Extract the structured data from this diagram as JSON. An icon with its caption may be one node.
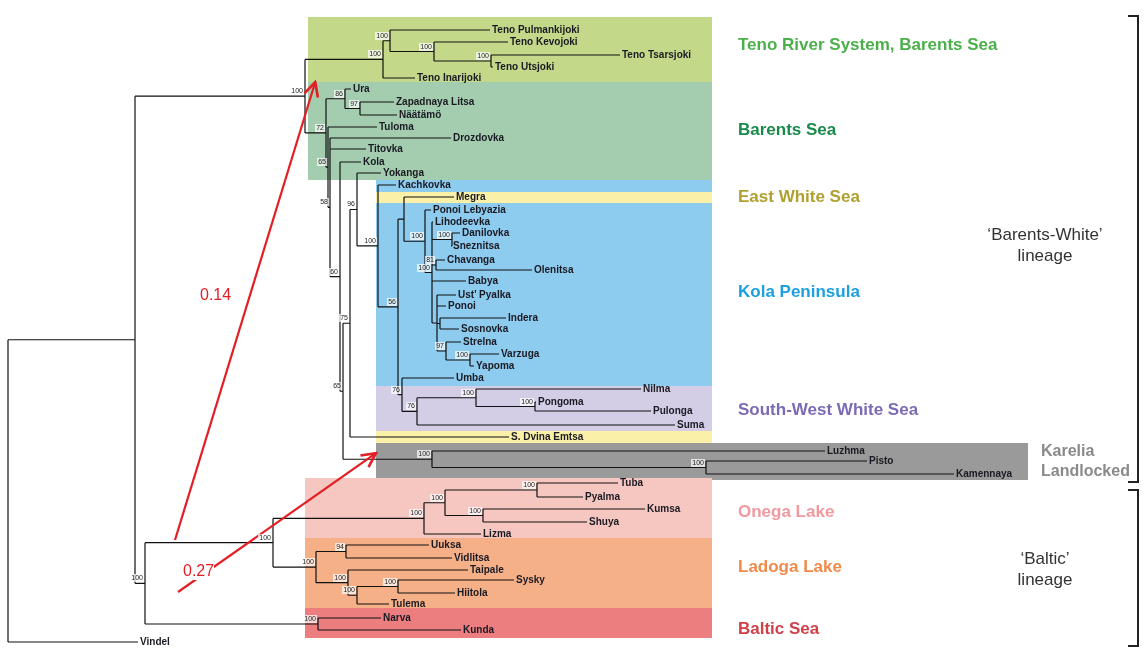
{
  "diagram": {
    "nodes": [
      {
        "text": [
          "Teno River System, Barents Sea"
        ]
      },
      {
        "text": [
          "Barents Sea"
        ]
      },
      {
        "text": [
          "Kola Peninsula"
        ]
      },
      {
        "text": [
          "East White Sea"
        ],
        "in": 2
      },
      {
        "text": [
          "South-West White Sea"
        ]
      },
      {
        "text": [],
        "shape": "bar"
      },
      {
        "text": [
          "Karelia Landlocked"
        ]
      },
      {
        "text": [
          "Onega Lake"
        ]
      },
      {
        "text": [
          "Ladoga Lake"
        ]
      },
      {
        "text": [
          "Baltic Sea"
        ]
      }
    ],
    "edges": [
      {
        "from": null,
        "to": 0,
        "arrow": "to",
        "label": "0.14",
        "color": "#e31e24"
      },
      {
        "from": null,
        "to": 6,
        "arrow": "to",
        "label": "0.27",
        "color": "#e31e24"
      }
    ],
    "labels": [
      "100",
      "100",
      "100",
      "Teno Pulmankijoki",
      "100",
      "Teno Kevojoki",
      "100",
      "Teno Tsarsjoki",
      "Teno Utsjoki",
      "Teno Inarijoki",
      "72",
      "86",
      "Ura",
      "97",
      "Zapadnaya Litsa",
      "Näätämö",
      "65",
      "Tuloma",
      "58",
      "Drozdovka",
      "Titovka",
      "60",
      "Kola",
      "65",
      "75",
      "96",
      "Yokanga",
      "100",
      "Kachkovka",
      "56",
      "Megra",
      "100",
      "Ponoi Lebyazia",
      "100",
      "Lihodeevka",
      "100",
      "Danilovka",
      "Sneznitsa",
      "81",
      "Chavanga",
      "Olenitsa",
      "Babya",
      "Ust’ Pyalka",
      "Ponoi",
      "Indera",
      "Sosnovka",
      "97",
      "Strelna",
      "100",
      "Varzuga",
      "Yapoma",
      "76",
      "Umba",
      "76",
      "100",
      "Nilma",
      "100",
      "Pongoma",
      "Pulonga",
      "Suma",
      "S. Dvina Emtsa",
      "100",
      "Luzhma",
      "100",
      "Pisto",
      "Kamennaya",
      "100",
      "100",
      "100",
      "100",
      "100",
      "Tuba",
      "Pyalma",
      "100",
      "Kumsa",
      "Shuya",
      "Lizma",
      "100",
      "94",
      "Uuksa",
      "Vidlitsa",
      "100",
      "Taipale",
      "100",
      "100",
      "Sysky",
      "Hiitola",
      "Tulema",
      "100",
      "Narva",
      "Kunda",
      "Vindel",
      "‘Barents-White’ lineage",
      "‘Baltic’ lineage"
    ]
  }
}
